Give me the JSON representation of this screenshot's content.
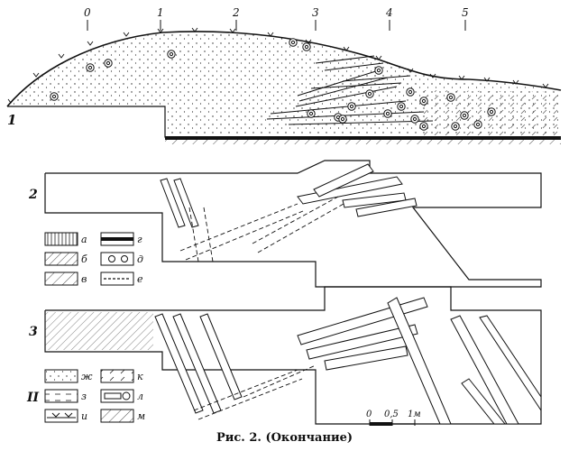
{
  "profile": {
    "stations": [
      "0",
      "1",
      "2",
      "3",
      "4",
      "5"
    ],
    "label": "1"
  },
  "plan_top": {
    "label": "2"
  },
  "plan_bottom": {
    "label": "3"
  },
  "legend_group_label": "II",
  "legend_top": [
    {
      "letter": "а"
    },
    {
      "letter": "г"
    },
    {
      "letter": "б"
    },
    {
      "letter": "д"
    },
    {
      "letter": "в"
    },
    {
      "letter": "е"
    }
  ],
  "legend_bottom": [
    {
      "letter": "ж"
    },
    {
      "letter": "к"
    },
    {
      "letter": "з"
    },
    {
      "letter": "л"
    },
    {
      "letter": "и"
    },
    {
      "letter": "м"
    }
  ],
  "scale_bar": {
    "ticks": [
      "0",
      "0,5",
      "1м"
    ]
  },
  "caption": "Рис. 2. (Окончание)"
}
